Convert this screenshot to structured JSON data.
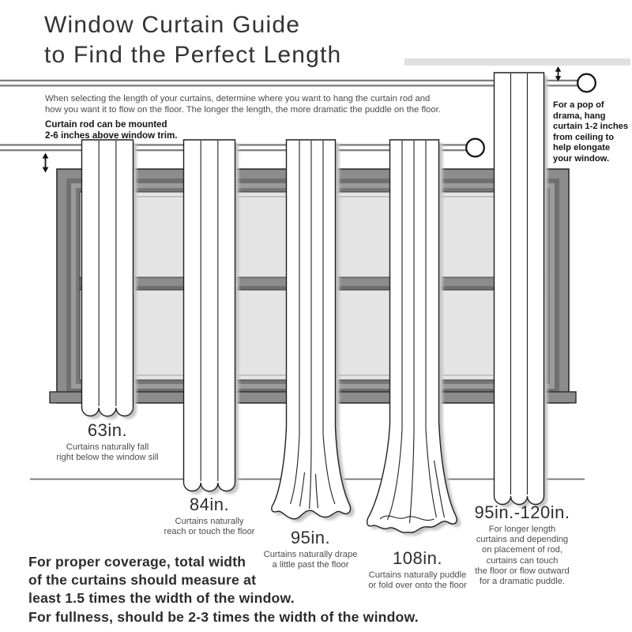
{
  "title": {
    "line1": "Window Curtain Guide",
    "line2": "to Find the Perfect Length"
  },
  "intro": {
    "line1": "When selecting the length of your curtains, determine where you want to hang the curtain rod and",
    "line2": "how you want it to flow on the floor. The longer the length, the more dramatic the puddle on the floor."
  },
  "rod_note": {
    "line1": "Curtain rod can be mounted",
    "line2": "2-6 inches above window trim."
  },
  "ceiling_note": {
    "lines": [
      "For a pop of",
      "drama, hang",
      "curtain 1-2 inches",
      "from ceiling to",
      "help elongate",
      "your window."
    ]
  },
  "lengths": [
    {
      "label": "63in.",
      "desc_lines": [
        "Curtains naturally fall",
        "right below the window sill"
      ]
    },
    {
      "label": "84in.",
      "desc_lines": [
        "Curtains naturally",
        "reach or touch the floor"
      ]
    },
    {
      "label": "95in.",
      "desc_lines": [
        "Curtains naturally drape",
        "a little past the floor"
      ]
    },
    {
      "label": "108in.",
      "desc_lines": [
        "Curtains naturally puddle",
        "or fold over onto the floor"
      ]
    },
    {
      "label": "95in.-120in.",
      "desc_lines": [
        "For longer length",
        "curtains and depending",
        "on placement of rod,",
        "curtains can touch",
        "the floor or flow outward",
        "for a dramatic puddle."
      ]
    }
  ],
  "footer": {
    "lines": [
      "For proper coverage, total width",
      "of the curtains should measure at",
      "least 1.5 times the width of the window.",
      "For fullness, should be 2-3 times the width of the window."
    ]
  },
  "colors": {
    "frame_gray": "#8c8c8c",
    "frame_dark": "#707070",
    "glass": "#e4e4e4",
    "curtain_outline": "#1f1f1f",
    "shadow": "#c5c5c5",
    "rod_gray": "#7c7c7c",
    "ceiling_bar": "#e0e0e0",
    "text_dark": "#2c2c2c",
    "text_gray": "#4c4c4c"
  }
}
